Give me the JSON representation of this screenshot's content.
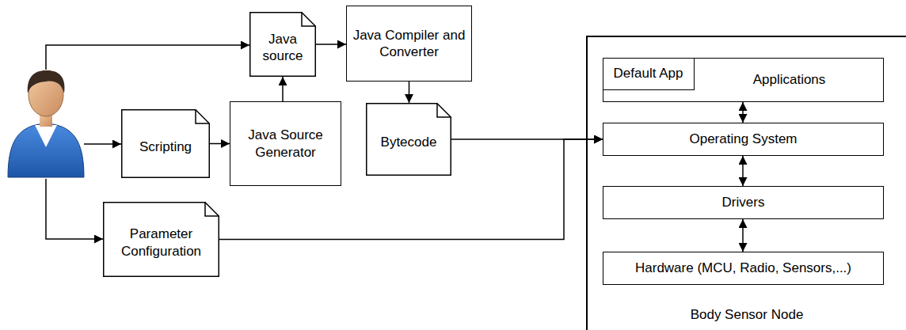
{
  "diagram": {
    "nodes": [
      {
        "text": [
          "Java source"
        ]
      },
      {
        "text": [
          "Java Compiler and Converter"
        ]
      },
      {
        "text": [
          "Scripting"
        ]
      },
      {
        "text": [
          "Java Source Generator"
        ]
      },
      {
        "text": [
          "Bytecode"
        ]
      },
      {
        "text": [
          "Parameter Configuration"
        ]
      },
      {
        "text": [
          "Body Sensor Node"
        ]
      },
      {
        "text": [
          "Applications"
        ],
        "in": 6
      },
      {
        "text": [
          "Default App"
        ],
        "in": 7
      },
      {
        "text": [
          "Operating System"
        ],
        "in": 6
      },
      {
        "text": [
          "Drivers"
        ],
        "in": 6
      },
      {
        "text": [
          "Hardware (MCU, Radio, Sensors,...)"
        ],
        "in": 6
      }
    ],
    "edges": [
      {
        "from": 2,
        "to": 3,
        "arrow": "to"
      },
      {
        "from": 3,
        "to": 0,
        "arrow": "to"
      },
      {
        "from": 0,
        "to": 1,
        "arrow": "to"
      },
      {
        "from": 1,
        "to": 4,
        "arrow": "to"
      },
      {
        "from": 4,
        "to": 9,
        "arrow": "to"
      },
      {
        "from": 5,
        "to": 9,
        "arrow": "to"
      },
      {
        "from": 7,
        "to": 9,
        "arrow": "both"
      },
      {
        "from": 9,
        "to": 10,
        "arrow": "both"
      },
      {
        "from": 10,
        "to": 11,
        "arrow": "both"
      }
    ]
  }
}
